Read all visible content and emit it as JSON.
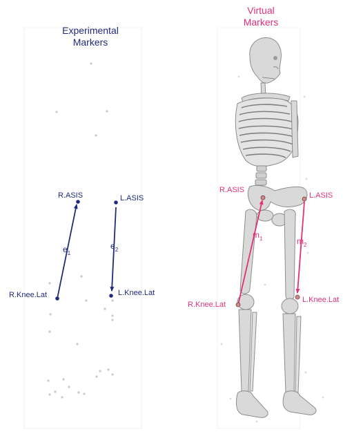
{
  "experimental": {
    "title_line1": "Experimental",
    "title_line2": "Markers",
    "labels": {
      "r_asis": "R.ASIS",
      "l_asis": "L.ASIS",
      "r_knee": "R.Knee.Lat",
      "l_knee": "L.Knee.Lat"
    },
    "vectors": {
      "e1_base": "e",
      "e1_sub": "1",
      "e2_base": "e",
      "e2_sub": "2"
    }
  },
  "virtual": {
    "title_line1": "Virtual",
    "title_line2": "Markers",
    "labels": {
      "r_asis": "R.ASIS",
      "l_asis": "L.ASIS",
      "r_knee": "R.Knee.Lat",
      "l_knee": "L.Knee.Lat"
    },
    "vectors": {
      "m1_base": "m",
      "m1_sub": "1",
      "m2_base": "m",
      "m2_sub": "2"
    }
  },
  "colors": {
    "experimental": "#1e2a78",
    "virtual": "#e0307a",
    "bone": "#d9d9d9",
    "bone_stroke": "#8c8c8c",
    "scatter": "#c8c8d2"
  }
}
